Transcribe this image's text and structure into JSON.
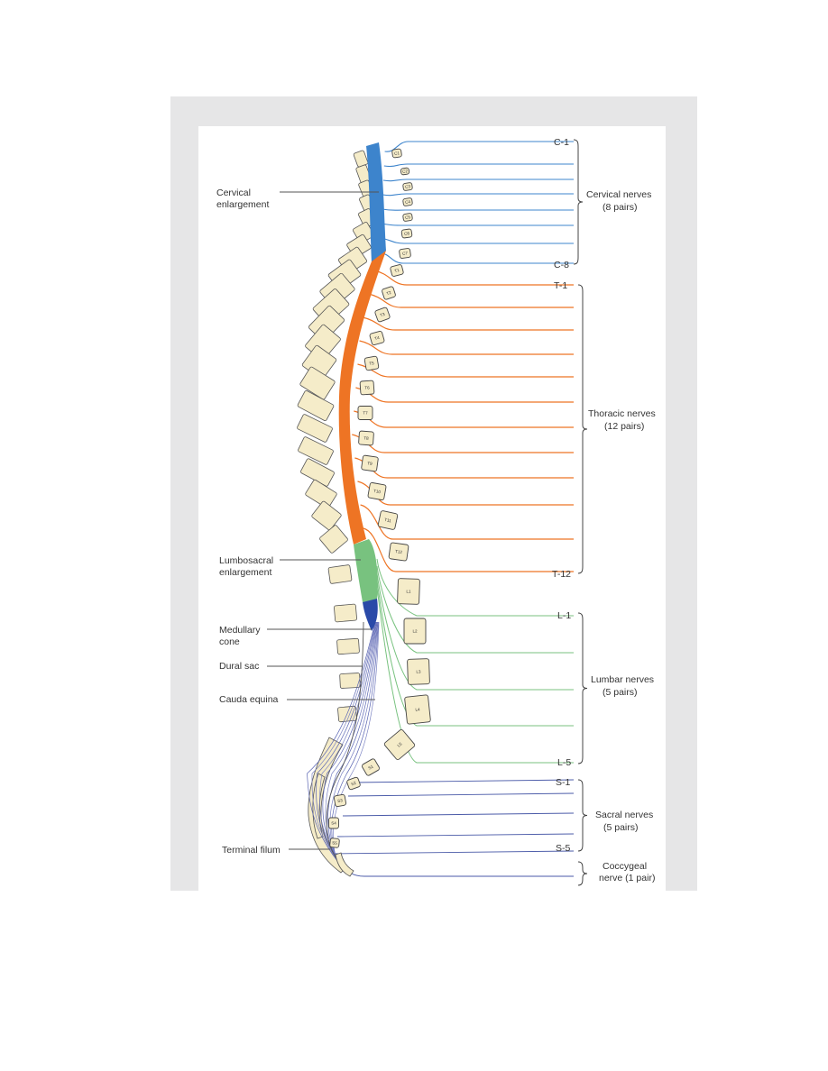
{
  "labels_left": {
    "cervical_enlargement": [
      "Cervical",
      "enlargement"
    ],
    "lumbosacral_enlargement": [
      "Lumbosacral",
      "enlargement"
    ],
    "medullary_cone": [
      "Medullary",
      "cone"
    ],
    "dural_sac": "Dural sac",
    "cauda_equina": "Cauda equina",
    "terminal_filum": "Terminal filum"
  },
  "nerve_labels": {
    "c1": "C-1",
    "c8": "C-8",
    "t1": "T-1",
    "t12": "T-12",
    "l1": "L-1",
    "l5": "L-5",
    "s1": "S-1",
    "s5": "S-5"
  },
  "groups": {
    "cervical": [
      "Cervical nerves",
      "(8 pairs)"
    ],
    "thoracic": [
      "Thoracic nerves",
      "(12 pairs)"
    ],
    "lumbar": [
      "Lumbar nerves",
      "(5 pairs)"
    ],
    "sacral": [
      "Sacral nerves",
      "(5 pairs)"
    ],
    "coccygeal": [
      "Coccygeal",
      "nerve (1 pair)"
    ]
  },
  "vertebra_tags": {
    "cervical": [
      "C1",
      "C2",
      "C3",
      "C4",
      "C5",
      "C6",
      "C7"
    ],
    "thoracic": [
      "T1",
      "T2",
      "T3",
      "T4",
      "T5",
      "T6",
      "T7",
      "T8",
      "T9",
      "T10",
      "T11",
      "T12"
    ],
    "lumbar": [
      "L1",
      "L2",
      "L3",
      "L4",
      "L5"
    ],
    "sacral": [
      "S1",
      "S2",
      "S3",
      "S4",
      "S5"
    ]
  },
  "colors": {
    "cervical": "#3d84cc",
    "thoracic": "#ee7424",
    "lumbar": "#78c27f",
    "cone": "#2a4aa8",
    "cauda": "#4a5aa8",
    "bone_fill": "#f5ecc9",
    "frame": "#e6e6e7"
  }
}
